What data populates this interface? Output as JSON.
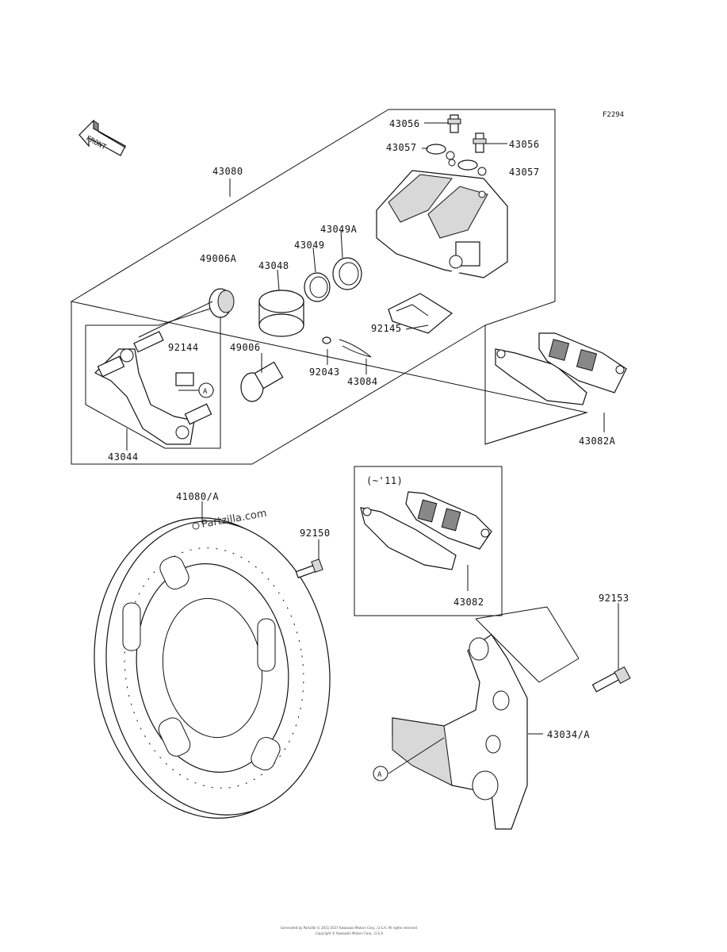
{
  "figure_code": "F2294",
  "front_marker": "FRONT",
  "callout_ref": "A",
  "inset_note": "(~'11)",
  "watermark": "Partzilla.com",
  "footer_lines": [
    "Generated by Partzilla © 2011-2017 Kawasaki Motors Corp., U.S.A. All rights reserved.",
    "Copyright © Kawasaki Motors Corp., U.S.A."
  ],
  "part_numbers": {
    "p43056a": "43056",
    "p43056b": "43056",
    "p43057a": "43057",
    "p43057b": "43057",
    "p43080": "43080",
    "p43049a": "43049A",
    "p43049": "43049",
    "p43048": "43048",
    "p49006a": "49006A",
    "p92144": "92144",
    "p49006": "49006",
    "p92145": "92145",
    "p92043": "92043",
    "p43084": "43084",
    "p43044": "43044",
    "p43082a": "43082A",
    "p41080": "41080/A",
    "p92150": "92150",
    "p43082": "43082",
    "p92153": "92153",
    "p43034": "43034/A"
  }
}
